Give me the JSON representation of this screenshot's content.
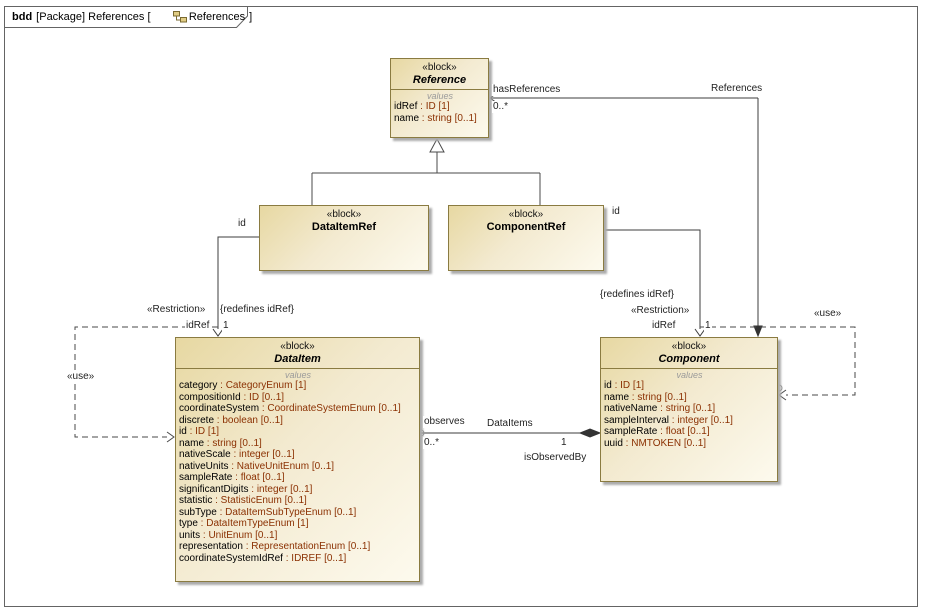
{
  "header": {
    "keyword": "bdd",
    "context": "[Package] References [",
    "diagram_name": "References",
    "suffix": "]"
  },
  "blocks": {
    "reference": {
      "stereotype": "«block»",
      "name": "Reference",
      "abstract": true,
      "values_label": "values",
      "attrs": [
        {
          "n": "idRef",
          "t": " : ID [1]"
        },
        {
          "n": "name",
          "t": " : string [0..1]"
        }
      ]
    },
    "dataItemRef": {
      "stereotype": "«block»",
      "name": "DataItemRef"
    },
    "componentRef": {
      "stereotype": "«block»",
      "name": "ComponentRef"
    },
    "dataItem": {
      "stereotype": "«block»",
      "name": "DataItem",
      "abstract": true,
      "values_label": "values",
      "attrs": [
        {
          "n": "category",
          "t": " : CategoryEnum [1]"
        },
        {
          "n": "compositionId",
          "t": " : ID [0..1]"
        },
        {
          "n": "coordinateSystem",
          "t": " : CoordinateSystemEnum [0..1]"
        },
        {
          "n": "discrete",
          "t": " : boolean [0..1]"
        },
        {
          "n": "id",
          "t": " : ID [1]"
        },
        {
          "n": "name",
          "t": " : string [0..1]"
        },
        {
          "n": "nativeScale",
          "t": " : integer [0..1]"
        },
        {
          "n": "nativeUnits",
          "t": " : NativeUnitEnum [0..1]"
        },
        {
          "n": "sampleRate",
          "t": " : float [0..1]"
        },
        {
          "n": "significantDigits",
          "t": " : integer [0..1]"
        },
        {
          "n": "statistic",
          "t": " : StatisticEnum [0..1]"
        },
        {
          "n": "subType",
          "t": " : DataItemSubTypeEnum [0..1]"
        },
        {
          "n": "type",
          "t": " : DataItemTypeEnum [1]"
        },
        {
          "n": "units",
          "t": " : UnitEnum [0..1]"
        },
        {
          "n": "representation",
          "t": " : RepresentationEnum [0..1]"
        },
        {
          "n": "coordinateSystemIdRef",
          "t": " : IDREF [0..1]"
        }
      ]
    },
    "component": {
      "stereotype": "«block»",
      "name": "Component",
      "abstract": true,
      "values_label": "values",
      "attrs": [
        {
          "n": "id",
          "t": " : ID [1]"
        },
        {
          "n": "name",
          "t": " : string [0..1]"
        },
        {
          "n": "nativeName",
          "t": " : string [0..1]"
        },
        {
          "n": "sampleInterval",
          "t": " : integer [0..1]"
        },
        {
          "n": "sampleRate",
          "t": " : float [0..1]"
        },
        {
          "n": "uuid",
          "t": " : NMTOKEN [0..1]"
        }
      ]
    }
  },
  "connector_labels": {
    "has_references": "hasReferences",
    "has_references_mult": "0..*",
    "references": "References",
    "id_left": "id",
    "id_right": "id",
    "restriction_left": "«Restriction»",
    "redefines_left": "{redefines idRef}",
    "idref_left": "idRef",
    "idref_left_mult": "1",
    "redefines_right": "{redefines idRef}",
    "restriction_right": "«Restriction»",
    "idref_right": "idRef",
    "idref_right_mult": "1",
    "use_left": "«use»",
    "use_right": "«use»",
    "observes": "observes",
    "observes_mult": "0..*",
    "data_items": "DataItems",
    "data_items_mult": "1",
    "is_observed_by": "isObservedBy"
  },
  "colors": {
    "block_fill_dark": "#e7d8a2",
    "block_fill_light": "#fdfaee",
    "block_border": "#8a7b41",
    "attribute_type_text": "#8b3103",
    "line": "#4a4a4a",
    "frame_border": "#646464"
  }
}
